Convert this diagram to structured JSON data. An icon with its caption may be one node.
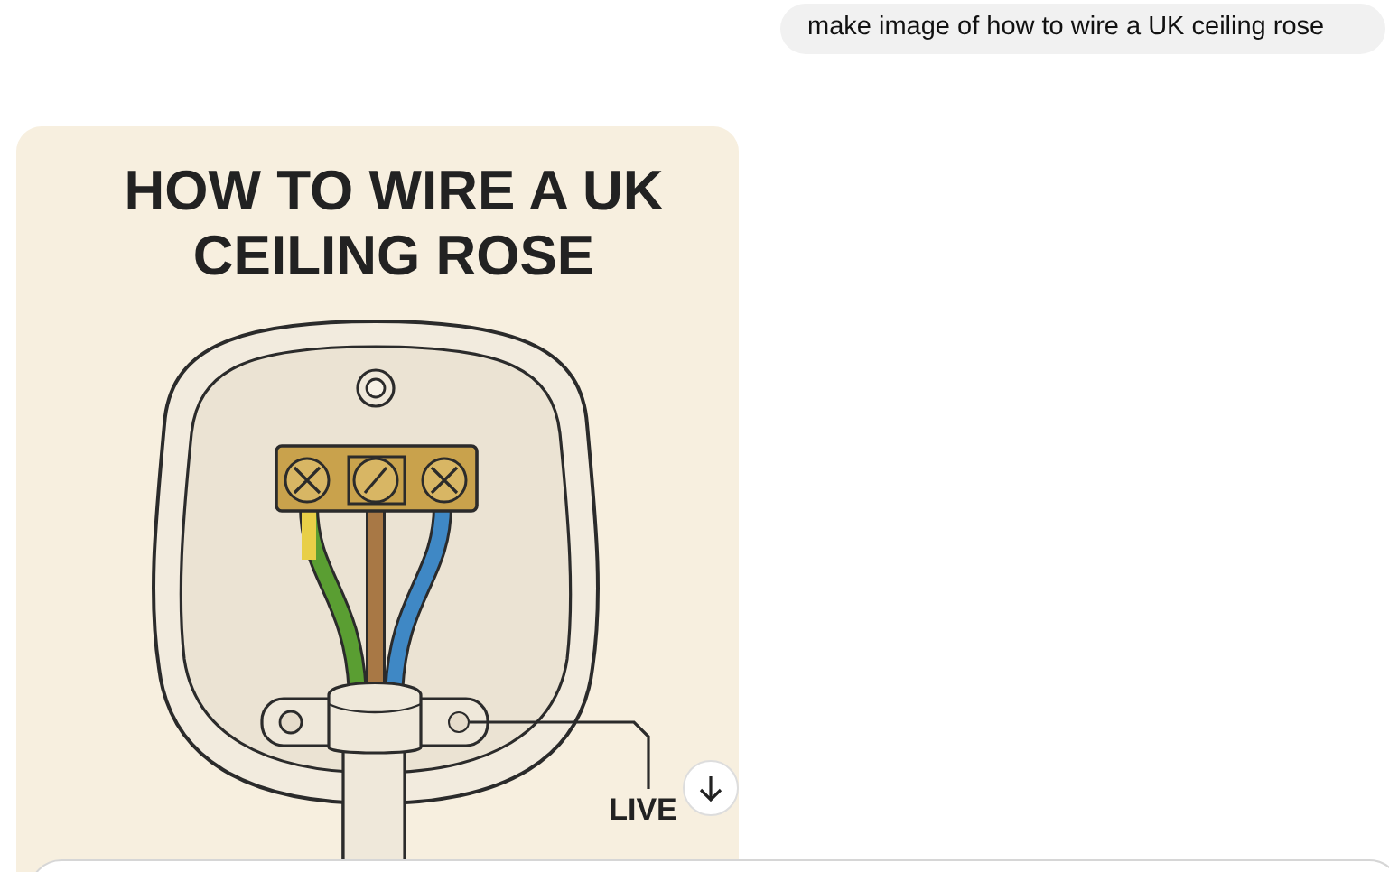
{
  "diagram": {
    "title": "HOW TO WIRE A UK CEILING ROSE",
    "nodes": [
      {
        "text": [
          "LIVE"
        ]
      },
      {
        "text": [],
        "shape": "circle"
      }
    ],
    "edges": [
      {
        "from": 0,
        "to": 1,
        "arrow": "none"
      }
    ],
    "labels": [
      "make image of how to wire a UK ceiling rose"
    ]
  }
}
